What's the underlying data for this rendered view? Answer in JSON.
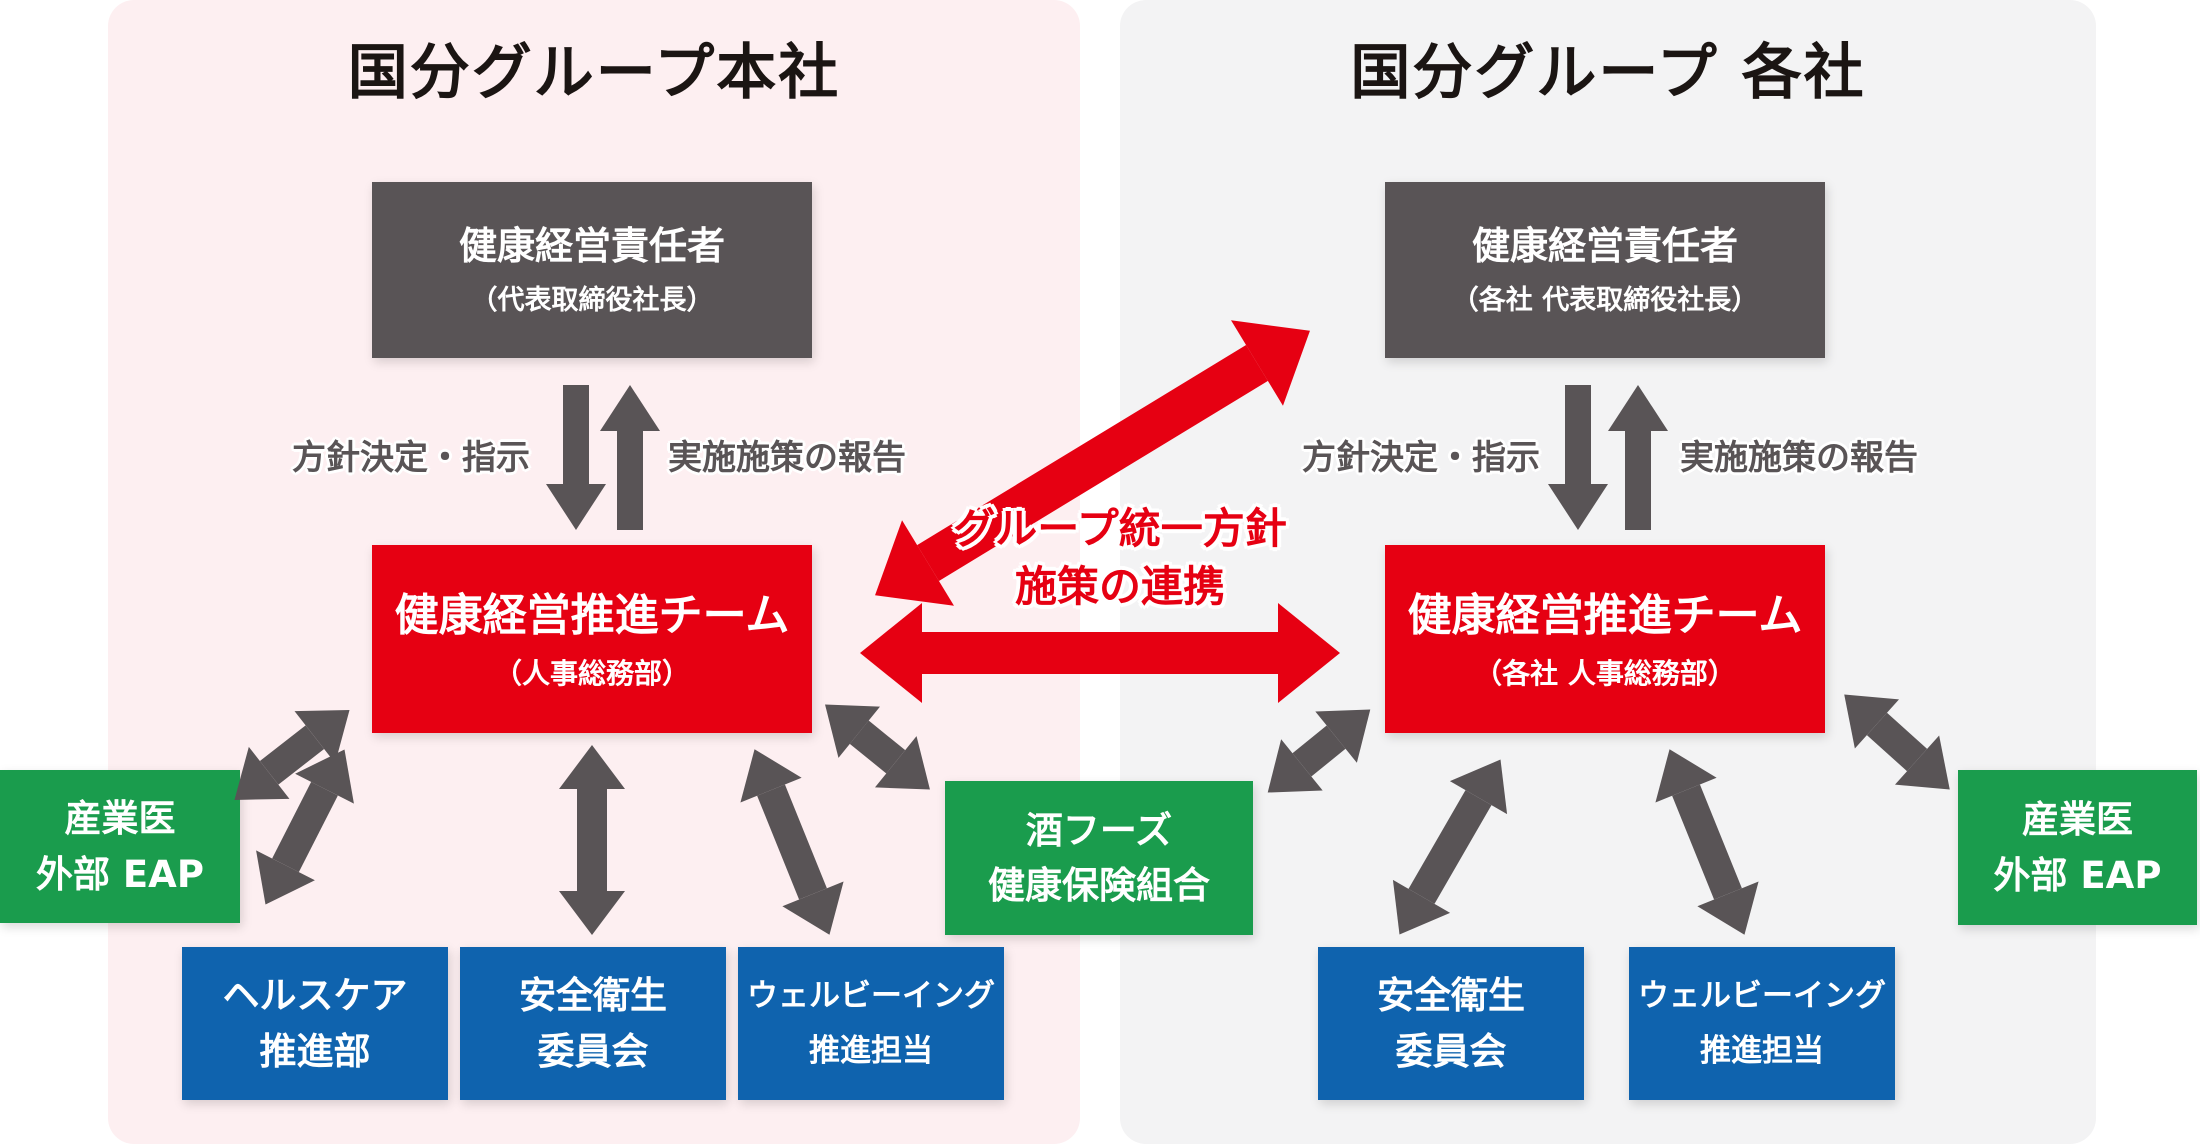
{
  "diagram": {
    "type": "organization-structure",
    "colors": {
      "accent_red": "#e60012",
      "green": "#1a9c4d",
      "blue": "#0f63ae",
      "dark_gray": "#595456",
      "panel_pink": "#fdeff1",
      "panel_gray": "#f3f3f4"
    }
  },
  "left_panel": {
    "title": "国分グループ本社",
    "responsible": {
      "title": "健康経営責任者",
      "subtitle": "（代表取締役社長）"
    },
    "flow_down_label": "方針決定・指示",
    "flow_up_label": "実施施策の報告",
    "team": {
      "title": "健康経営推進チーム",
      "subtitle": "（人事総務部）"
    },
    "partners": {
      "line1": "産業医",
      "line2": "外部 EAP"
    },
    "departments": [
      {
        "line1": "ヘルスケア",
        "line2": "推進部"
      },
      {
        "line1": "安全衛生",
        "line2": "委員会"
      },
      {
        "line1": "ウェルビーイング",
        "line2": "推進担当"
      }
    ]
  },
  "right_panel": {
    "title": "国分グループ 各社",
    "responsible": {
      "title": "健康経営責任者",
      "subtitle": "（各社 代表取締役社長）"
    },
    "flow_down_label": "方針決定・指示",
    "flow_up_label": "実施施策の報告",
    "team": {
      "title": "健康経営推進チーム",
      "subtitle": "（各社 人事総務部）"
    },
    "departments": [
      {
        "line1": "安全衛生",
        "line2": "委員会"
      },
      {
        "line1": "ウェルビーイング",
        "line2": "推進担当"
      }
    ],
    "partners": {
      "line1": "産業医",
      "line2": "外部 EAP"
    }
  },
  "center": {
    "insurance_union": {
      "line1": "酒フーズ",
      "line2": "健康保険組合"
    },
    "link_label": {
      "line1": "グループ統一方針",
      "line2": "施策の連携"
    }
  }
}
